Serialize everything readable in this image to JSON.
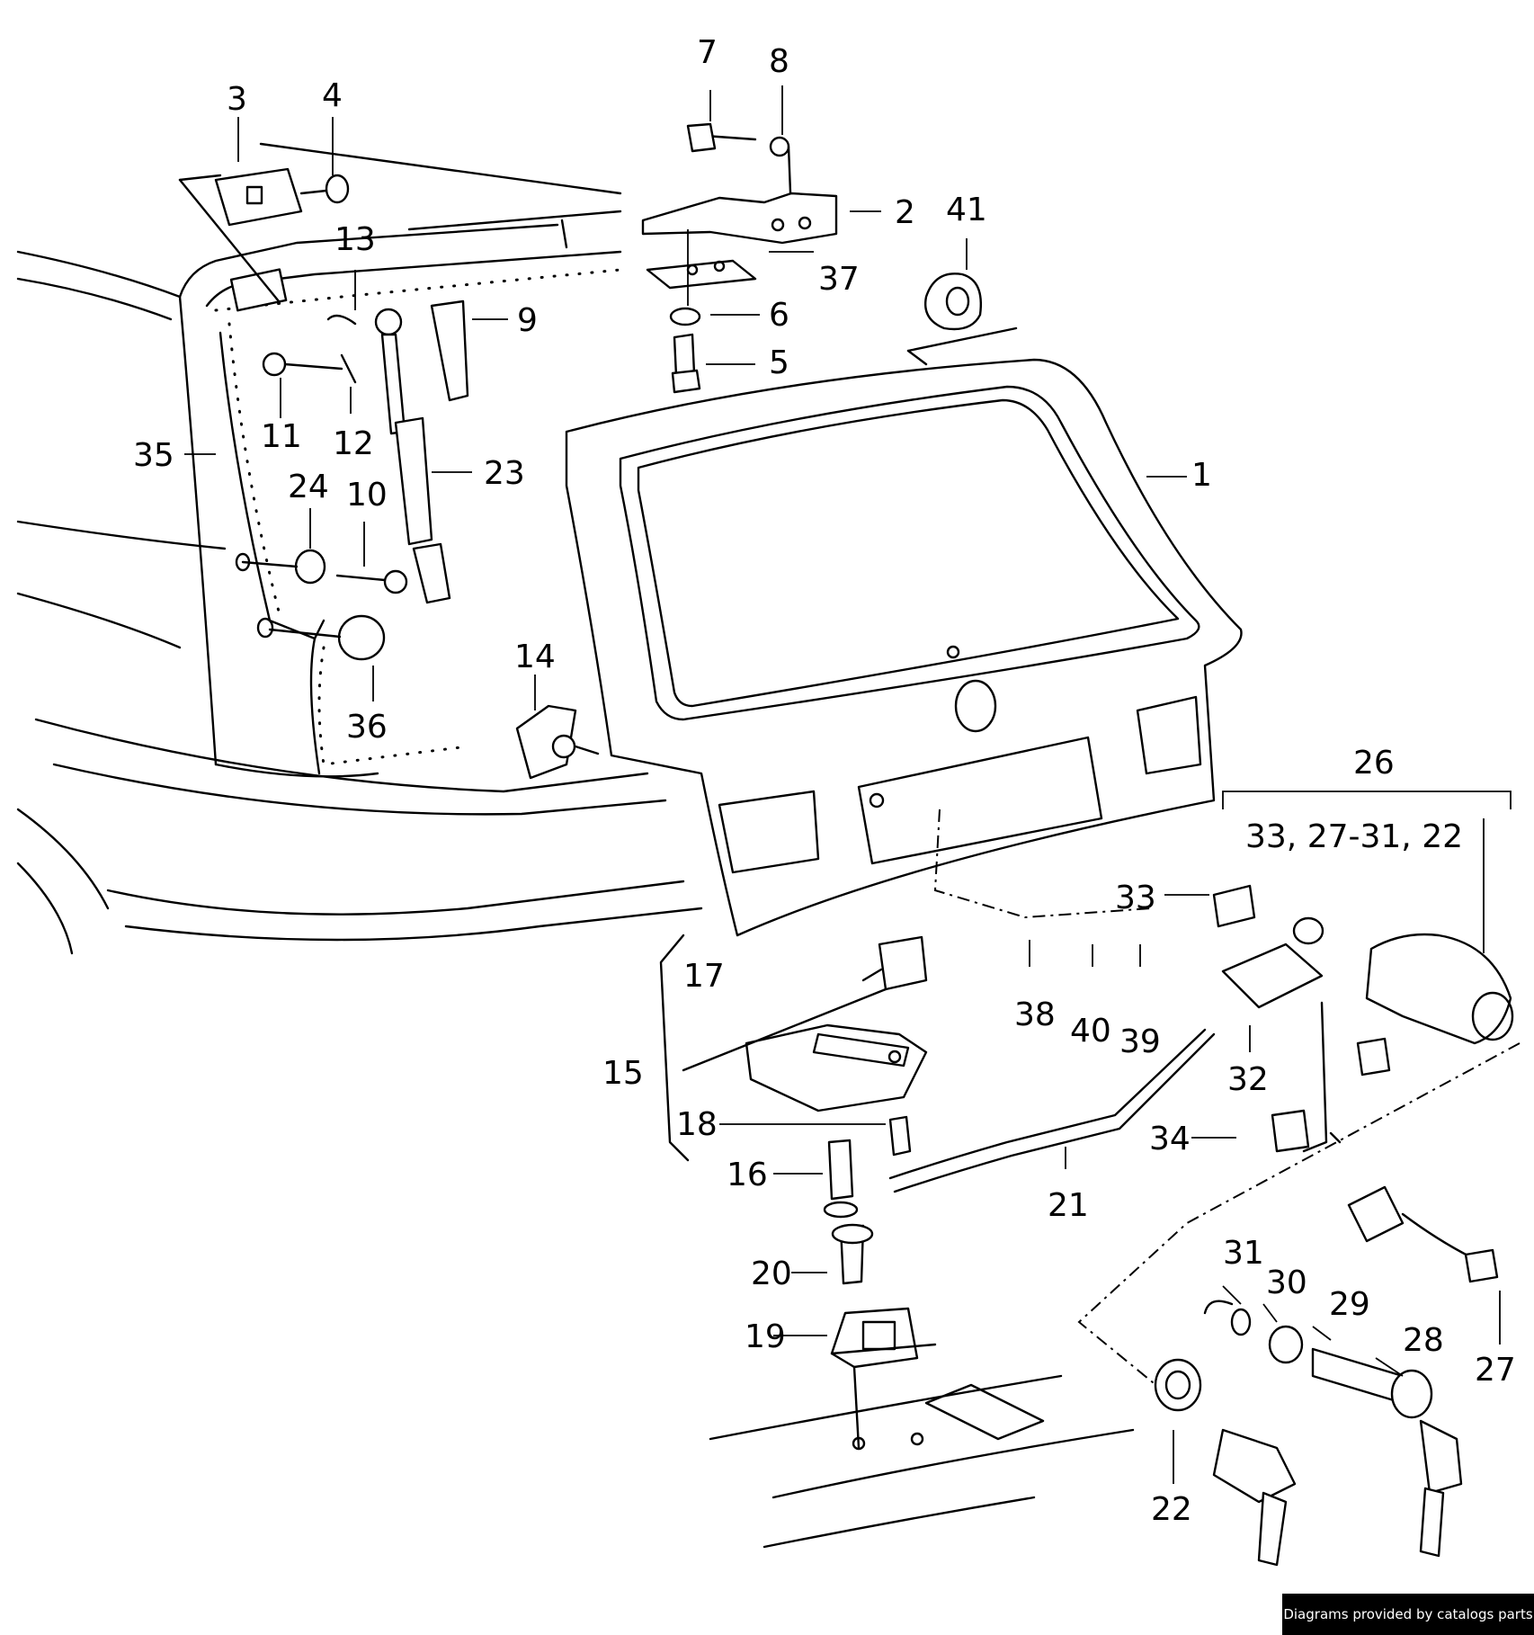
{
  "callouts": {
    "c1": "1",
    "c2": "2",
    "c3": "3",
    "c4": "4",
    "c5": "5",
    "c6": "6",
    "c7": "7",
    "c8": "8",
    "c9": "9",
    "c10": "10",
    "c11": "11",
    "c12": "12",
    "c13": "13",
    "c14": "14",
    "c15": "15",
    "c16": "16",
    "c17": "17",
    "c18": "18",
    "c19": "19",
    "c20": "20",
    "c21": "21",
    "c22": "22",
    "c23": "23",
    "c24": "24",
    "c26": "26",
    "c27": "27",
    "c28": "28",
    "c29": "29",
    "c30": "30",
    "c31": "31",
    "c32": "32",
    "c33": "33",
    "c34": "34",
    "c35": "35",
    "c36": "36",
    "c37": "37",
    "c38": "38",
    "c39": "39",
    "c40": "40",
    "c41": "41"
  },
  "group_note": "33, 27-31, 22",
  "credit": "Diagrams provided by catalogs parts"
}
